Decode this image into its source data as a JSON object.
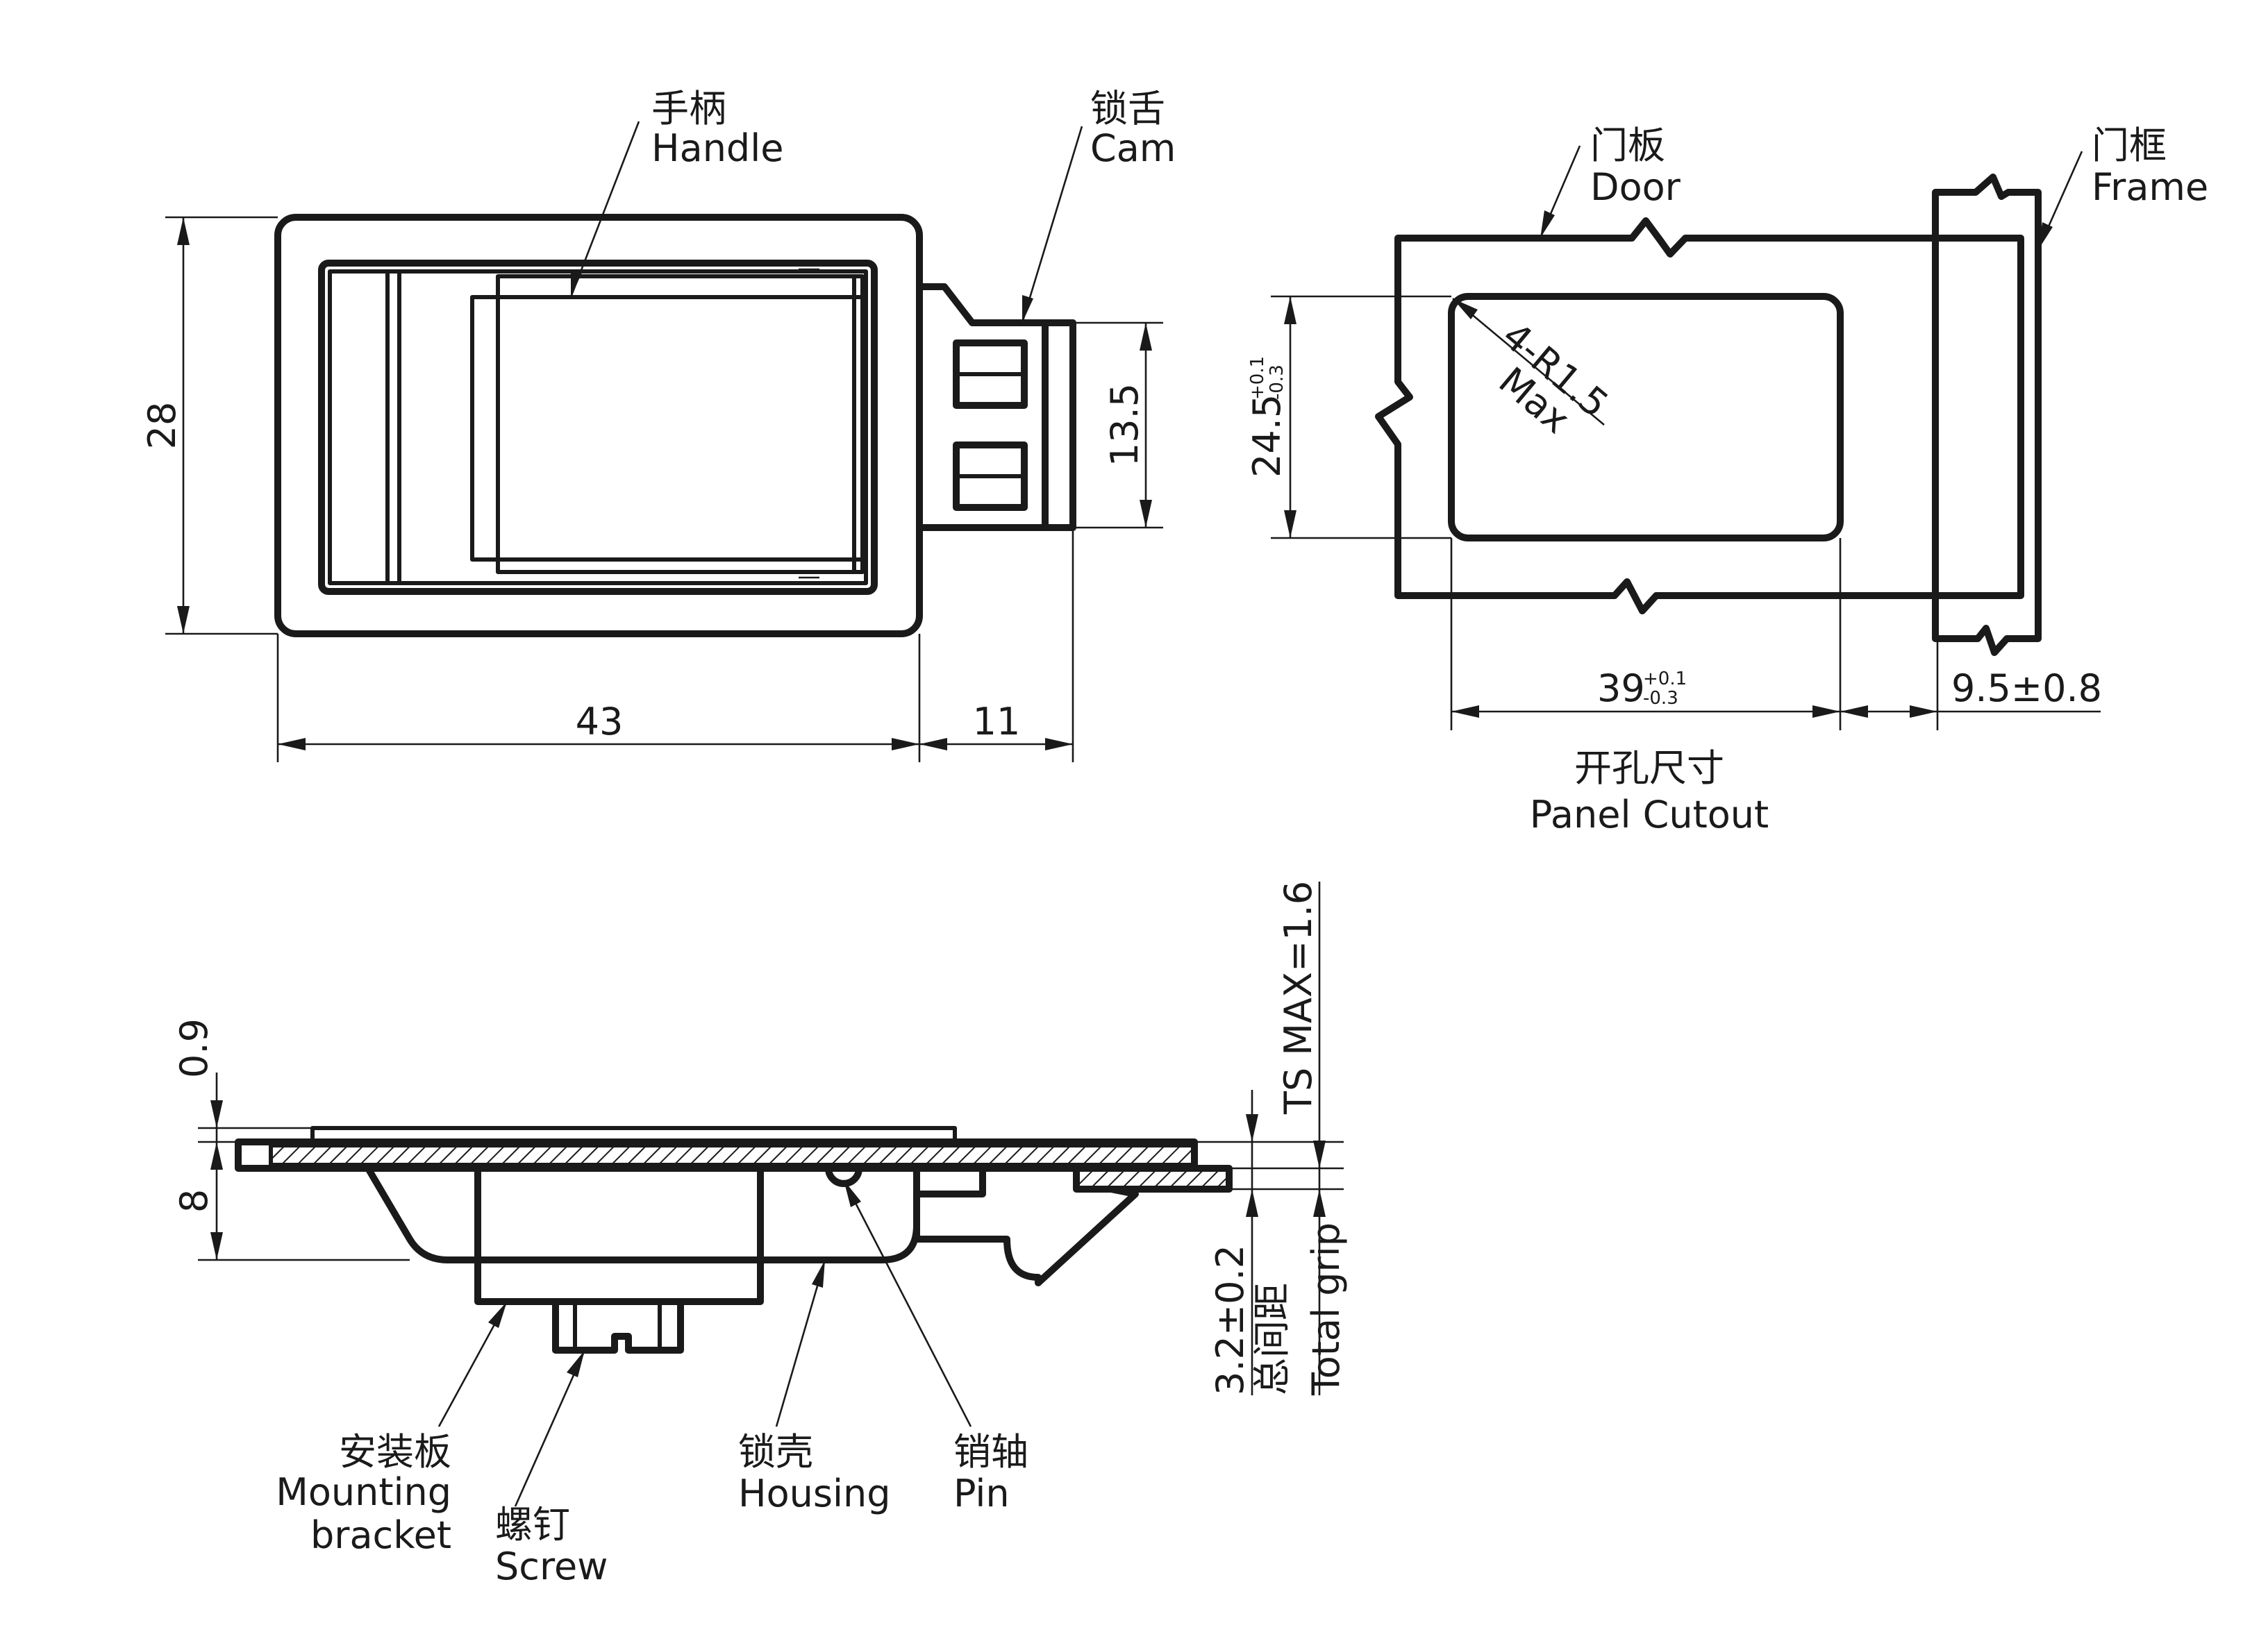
{
  "labels": {
    "handle_cn": "手柄",
    "handle_en": "Handle",
    "cam_cn": "锁舌",
    "cam_en": "Cam",
    "door_cn": "门板",
    "door_en": "Door",
    "frame_cn": "门框",
    "frame_en": "Frame",
    "cutout_cn": "开孔尺寸",
    "cutout_en": "Panel Cutout",
    "bracket_cn": "安装板",
    "bracket_en1": "Mounting",
    "bracket_en2": "bracket",
    "screw_cn": "螺钉",
    "screw_en": "Screw",
    "housing_cn": "锁壳",
    "housing_en": "Housing",
    "pin_cn": "销轴",
    "pin_en": "Pin",
    "grip_cn": "总间距",
    "grip_en": "Total grip"
  },
  "dimensions": {
    "height": "28",
    "width": "43",
    "cam_extension": "11",
    "cam_width": "13.5",
    "cutout_height": "24.5",
    "cutout_height_tol_plus": "+0.1",
    "cutout_height_tol_minus": "-0.3",
    "cutout_width": "39",
    "cutout_width_tol_plus": "+0.1",
    "cutout_width_tol_minus": "-0.3",
    "frame_offset": "9.5±0.8",
    "corner_radius_line1": "4-R1.5",
    "corner_radius_line2": "Max",
    "flange_thickness": "0.9",
    "housing_depth": "8",
    "ts_max": "TS MAX=1.6",
    "grip": "3.2±0.2"
  }
}
